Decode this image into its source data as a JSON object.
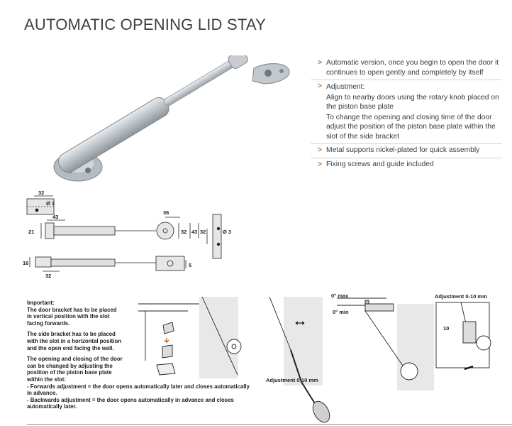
{
  "header": {
    "title": "AUTOMATIC OPENING LID STAY"
  },
  "features": {
    "items": [
      {
        "lines": [
          "Automatic version, once you begin to open the door it continues to open gently and completely by itself"
        ]
      },
      {
        "lines": [
          "Adjustment:",
          "Align to nearby doors using the rotary knob placed on the piston base plate",
          "To change the opening and closing time of the door adjust the position of the piston base plate within the slot of the side bracket"
        ]
      },
      {
        "lines": [
          "Metal supports nickel-plated for quick assembly"
        ]
      },
      {
        "lines": [
          "Fixing screws and guide included"
        ]
      }
    ]
  },
  "dimensions": {
    "top_width": "32",
    "top_dia": "Ø 3",
    "stroke_len": "43",
    "body_h": "21",
    "bracket_w": "36",
    "bracket_32": "32",
    "bracket_43": "43",
    "side_32": "32",
    "side_dia": "Ø 3",
    "bottom_16": "16",
    "bottom_32": "32",
    "bottom_5": "5"
  },
  "notes": {
    "important_heading": "Important:",
    "p1": [
      "The door bracket has to be placed",
      "in vertical position with the slot",
      "facing forwards."
    ],
    "p2": [
      "The side bracket has to be placed",
      "with the slot in a horizontal position",
      "and the open end facing the wall."
    ],
    "p3": [
      "The opening and closing of the door",
      "can be changed by adjusting the",
      "position of the piston base plate",
      "within the slot:"
    ],
    "p4": [
      "- Forwards adjustment = the door opens automatically later and closes automatically",
      "in advance.",
      "- Backwards adjustment = the door opens automatically in advance and closes",
      "automatically later."
    ]
  },
  "scenes": {
    "adjust_label_1": "Adjustment 0-10 mm",
    "max_label": "0° max",
    "min_label": "0° min",
    "adjust_label_2": "Adjustment 0-10 mm",
    "ten_label": "10"
  }
}
